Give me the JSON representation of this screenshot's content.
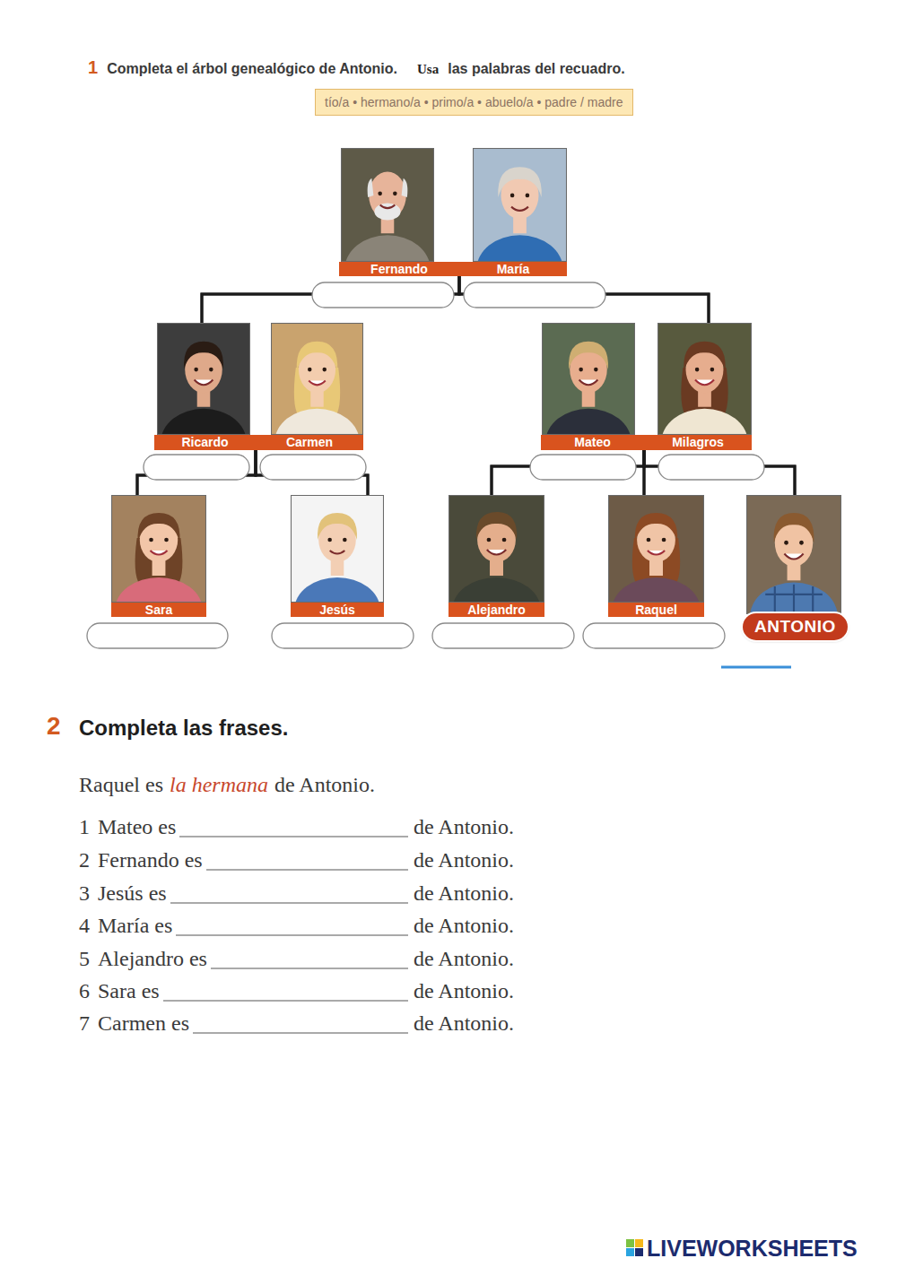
{
  "diagram": {
    "title": "Completa el árbol genealógico de Antonio.",
    "nodes": [
      {
        "text": [
          "tío/a • hermano/a • primo/a • abuelo/a • padre / madre"
        ]
      },
      {
        "text": [
          "Fernando"
        ]
      },
      {
        "text": [
          "María"
        ]
      },
      {
        "text": [
          "Ricardo"
        ]
      },
      {
        "text": [
          "Carmen"
        ]
      },
      {
        "text": [
          "Mateo"
        ]
      },
      {
        "text": [
          "Milagros"
        ]
      },
      {
        "text": [
          "Sara"
        ]
      },
      {
        "text": [
          "Jesús"
        ]
      },
      {
        "text": [
          "Alejandro"
        ]
      },
      {
        "text": [
          "Raquel"
        ]
      },
      {
        "text": [
          "ANTONIO"
        ]
      }
    ],
    "edges": [
      {
        "from": 1,
        "to": 3,
        "arrow": "none"
      },
      {
        "from": 1,
        "to": 6,
        "arrow": "none"
      },
      {
        "from": 2,
        "to": 3,
        "arrow": "none"
      },
      {
        "from": 2,
        "to": 6,
        "arrow": "none"
      },
      {
        "from": 3,
        "to": 7,
        "arrow": "none"
      },
      {
        "from": 3,
        "to": 8,
        "arrow": "none"
      },
      {
        "from": 4,
        "to": 7,
        "arrow": "none"
      },
      {
        "from": 4,
        "to": 8,
        "arrow": "none"
      },
      {
        "from": 5,
        "to": 9,
        "arrow": "none"
      },
      {
        "from": 5,
        "to": 10,
        "arrow": "none"
      },
      {
        "from": 5,
        "to": 11,
        "arrow": "none"
      },
      {
        "from": 6,
        "to": 9,
        "arrow": "none"
      },
      {
        "from": 6,
        "to": 10,
        "arrow": "none"
      },
      {
        "from": 6,
        "to": 11,
        "arrow": "none"
      }
    ],
    "labels": [
      "1",
      "Usa",
      "las palabras del recuadro.",
      "2",
      "Completa las frases.",
      "Raquel es",
      "la hermana",
      "de Antonio.",
      "1",
      "Mateo es",
      "de Antonio.",
      "2",
      "Fernando es",
      "de Antonio.",
      "3",
      "Jesús es",
      "de Antonio.",
      "4",
      "María es",
      "de Antonio.",
      "5",
      "Alejandro es",
      "de Antonio.",
      "6",
      "Sara es",
      "de Antonio.",
      "7",
      "Carmen es",
      "de Antonio.",
      "LIVEWORKSHEETS"
    ]
  }
}
